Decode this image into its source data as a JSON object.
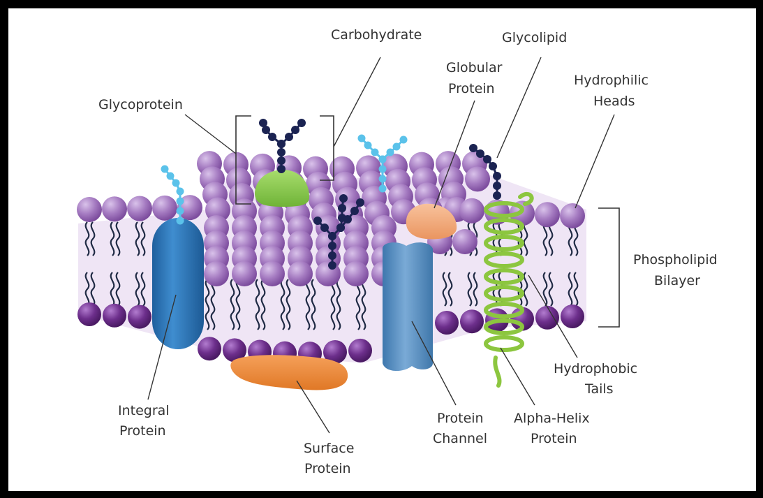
{
  "labels": {
    "carbohydrate": "Carbohydrate",
    "glycolipid": "Glycolipid",
    "globular_1": "Globular",
    "globular_2": "Protein",
    "hydrophilic_1": "Hydrophilic",
    "hydrophilic_2": "Heads",
    "glycoprotein": "Glycoprotein",
    "phospholipid_1": "Phospholipid",
    "phospholipid_2": "Bilayer",
    "hydrophobic_1": "Hydrophobic",
    "hydrophobic_2": "Tails",
    "integral_1": "Integral",
    "integral_2": "Protein",
    "surface_1": "Surface",
    "surface_2": "Protein",
    "channel_1": "Protein",
    "channel_2": "Channel",
    "alpha_1": "Alpha-Helix",
    "alpha_2": "Protein"
  },
  "colors": {
    "frame": "#000000",
    "background": "#ffffff",
    "lipid_head_top": "#a57bc1",
    "lipid_head_bottom": "#6d2f8c",
    "tail": "#1f2a44",
    "integral_protein": "#2f76b6",
    "channel_protein": "#5b93c5",
    "globular_green": "#8ccf4f",
    "globular_orange": "#f2a878",
    "surface_orange": "#ec8a3a",
    "alpha_helix": "#8cc63f",
    "carb_dark": "#1b2352",
    "carb_light": "#5bc2ea",
    "leader_line": "#333333"
  }
}
